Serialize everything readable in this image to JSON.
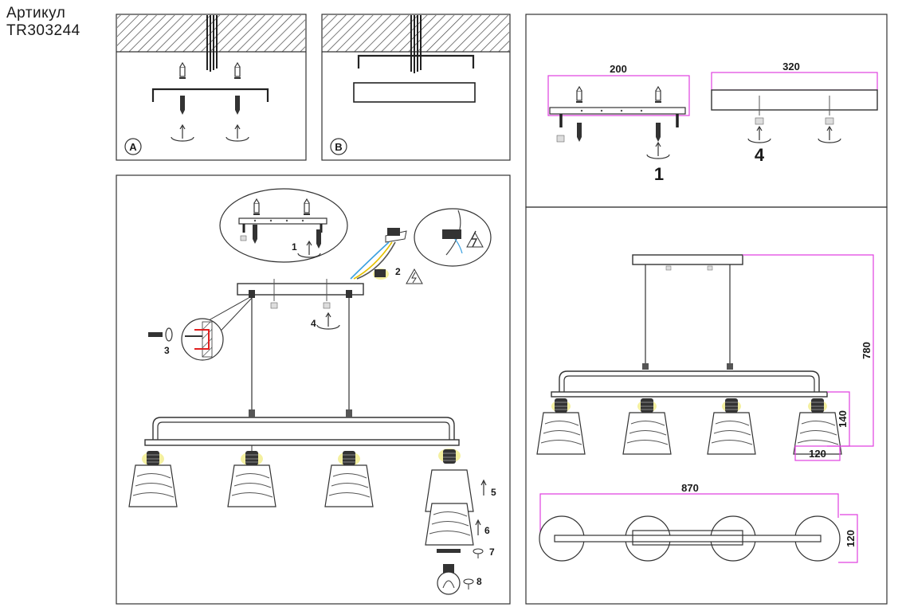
{
  "header": {
    "article_label": "Артикул",
    "article_number": "TR303244"
  },
  "panel_a": {
    "label": "A"
  },
  "panel_b": {
    "label": "B"
  },
  "assembly": {
    "steps": [
      "1",
      "2",
      "3",
      "4",
      "5",
      "6",
      "7",
      "8"
    ]
  },
  "canopy_details": {
    "bracket_width": "200",
    "canopy_width": "320",
    "bracket_step": "1",
    "canopy_step": "4"
  },
  "dimensions": {
    "total_height": "780",
    "shade_height": "140",
    "shade_diameter": "120",
    "total_length": "870",
    "depth": "120"
  },
  "colors": {
    "line": "#2a2a2a",
    "dimension": "#e040e0",
    "highlight": "#e6e600",
    "red": "#e02020",
    "blue": "#3aa0e0"
  }
}
